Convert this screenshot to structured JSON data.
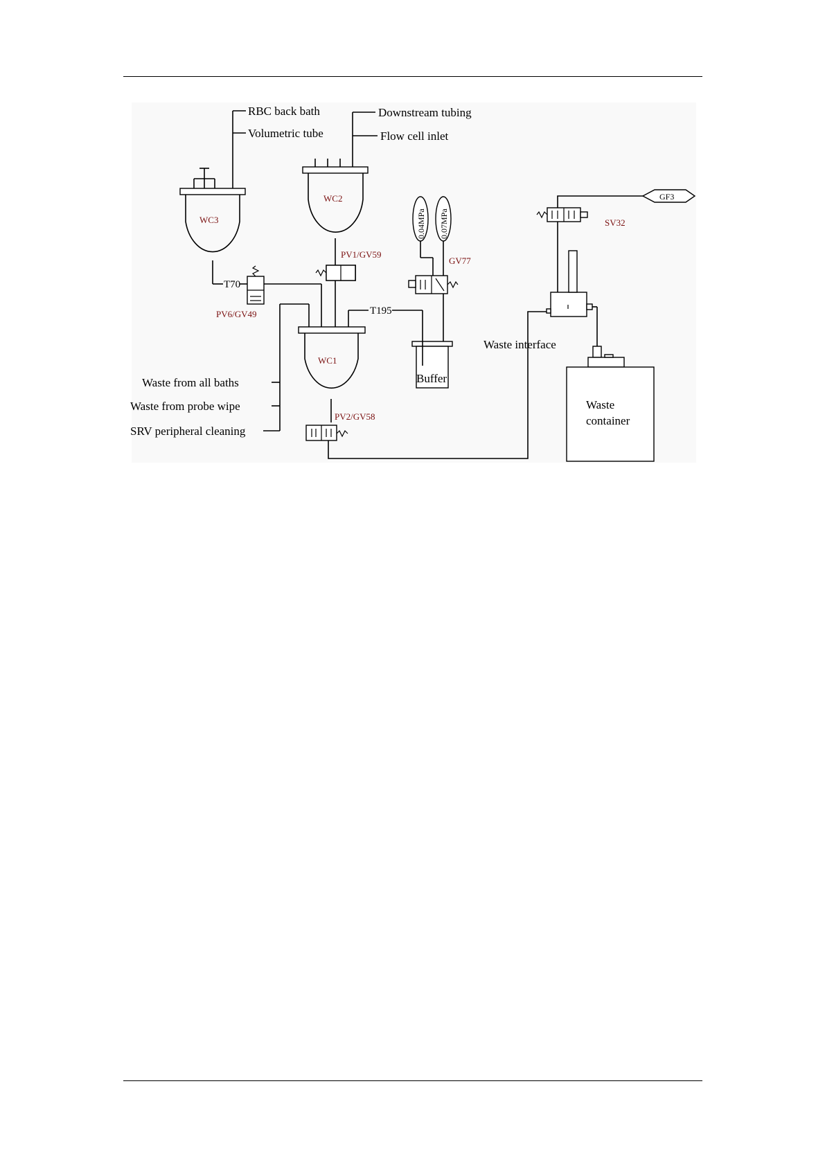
{
  "labels": {
    "rbc_back_bath": "RBC back bath",
    "volumetric_tube": "Volumetric tube",
    "downstream_tubing": "Downstream tubing",
    "flow_cell_inlet": "Flow cell inlet",
    "waste_from_all_baths": "Waste from all baths",
    "waste_from_probe_wipe": "Waste from probe wipe",
    "srv_peripheral_cleaning": "SRV peripheral cleaning",
    "waste_interface": "Waste interface",
    "buffer": "Buffer",
    "waste_container_line1": "Waste",
    "waste_container_line2": "container",
    "t70": "T70",
    "t195": "T195"
  },
  "components": {
    "wc1": "WC1",
    "wc2": "WC2",
    "wc3": "WC3",
    "pv1": "PV1/GV59",
    "pv2": "PV2/GV58",
    "pv6": "PV6/GV49",
    "gv77": "GV77",
    "sv32": "SV32",
    "gf3": "GF3",
    "gauge_low": "0.04MPa",
    "gauge_high": "0.07MPa"
  },
  "colors": {
    "component_label": "#7a1010",
    "line": "#000000"
  }
}
